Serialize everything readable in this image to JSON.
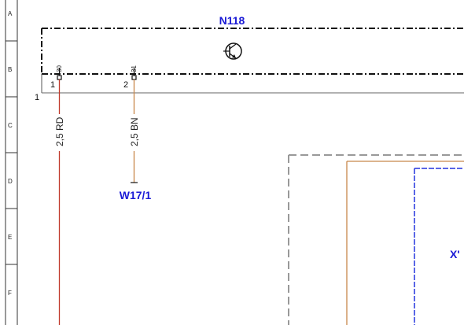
{
  "row_labels": [
    "A",
    "B",
    "C",
    "D",
    "E",
    "F"
  ],
  "components": {
    "n118": "N118",
    "w17_1": "W17/1",
    "x_partial": "X'"
  },
  "pins": {
    "pin1_number": "1",
    "pin1_terminal": "30",
    "pin2_number": "2",
    "pin2_terminal": "31",
    "ground_bus_number": "1"
  },
  "wires": {
    "wire1_label": "2,5 RD",
    "wire2_label": "2,5 BN"
  },
  "colors": {
    "red_wire": "#c0392b",
    "brown_wire": "#c8874a",
    "blue_wire": "#2233dd",
    "label_blue": "#1a1ad6"
  }
}
